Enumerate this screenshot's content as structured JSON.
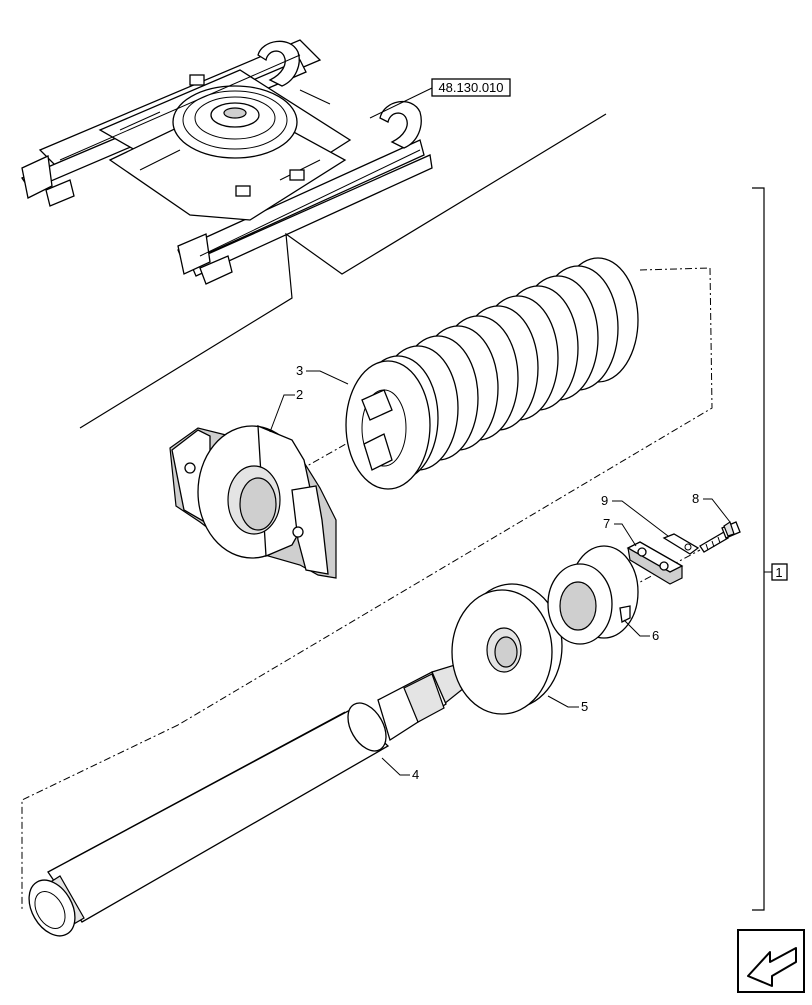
{
  "reference_code": "48.130.010",
  "group_label": "1",
  "callouts": {
    "c2": "2",
    "c3": "3",
    "c4": "4",
    "c5": "5",
    "c6": "6",
    "c7": "7",
    "c8": "8",
    "c9": "9"
  },
  "icons": {
    "nav": "back-arrow-icon"
  }
}
